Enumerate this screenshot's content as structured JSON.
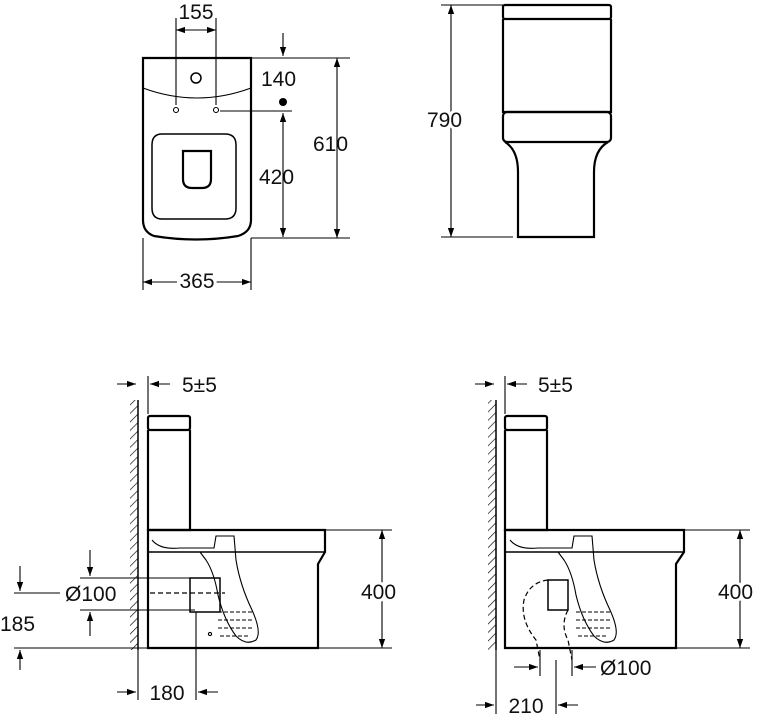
{
  "dimensions": {
    "top_view": {
      "width_between_holes": "155",
      "hole_offset": "140",
      "total_depth": "610",
      "seat_depth": "420",
      "total_width": "365"
    },
    "front_view": {
      "total_height": "790"
    },
    "side_view_p_trap": {
      "wall_gap": "5±5",
      "outlet_diameter": "Ø100",
      "outlet_height": "185",
      "outlet_distance": "180",
      "seat_height": "400"
    },
    "side_view_s_trap": {
      "wall_gap": "5±5",
      "outlet_diameter": "Ø100",
      "outlet_distance": "210",
      "seat_height": "400"
    }
  },
  "colors": {
    "line": "#000000",
    "background": "#ffffff"
  }
}
